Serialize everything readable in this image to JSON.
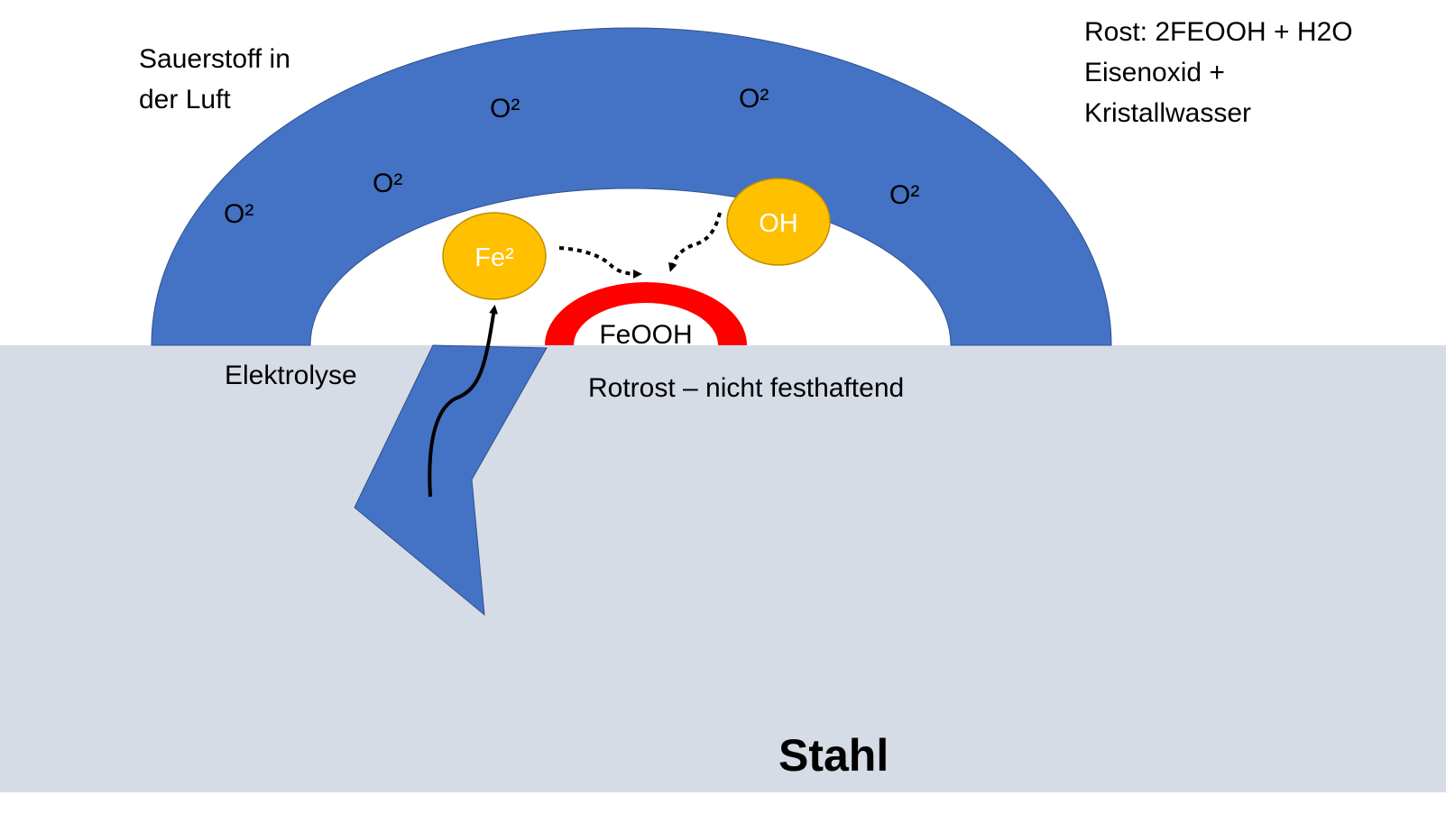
{
  "diagram": {
    "air_label_line1": "Sauerstoff in",
    "air_label_line2": "der Luft",
    "rust_formula_line1": "Rost: 2FEOOH + H2O",
    "rust_formula_line2": "Eisenoxid +",
    "rust_formula_line3": "Kristallwasser",
    "oxygen_labels": [
      "O²",
      "O²",
      "O²",
      "O²",
      "O²"
    ],
    "iron_ion": "Fe²",
    "hydroxide_ion": "OH",
    "rust_compound": "FeOOH",
    "electrolysis_label": "Elektrolyse",
    "red_rust_label": "Rotrost – nicht festhaftend",
    "steel_label": "Stahl"
  },
  "colors": {
    "water_blue": "#4472C4",
    "steel_gray": "#D6DCE5",
    "ion_yellow": "#FFC000",
    "rust_red": "#FF0000",
    "text": "#000000"
  }
}
